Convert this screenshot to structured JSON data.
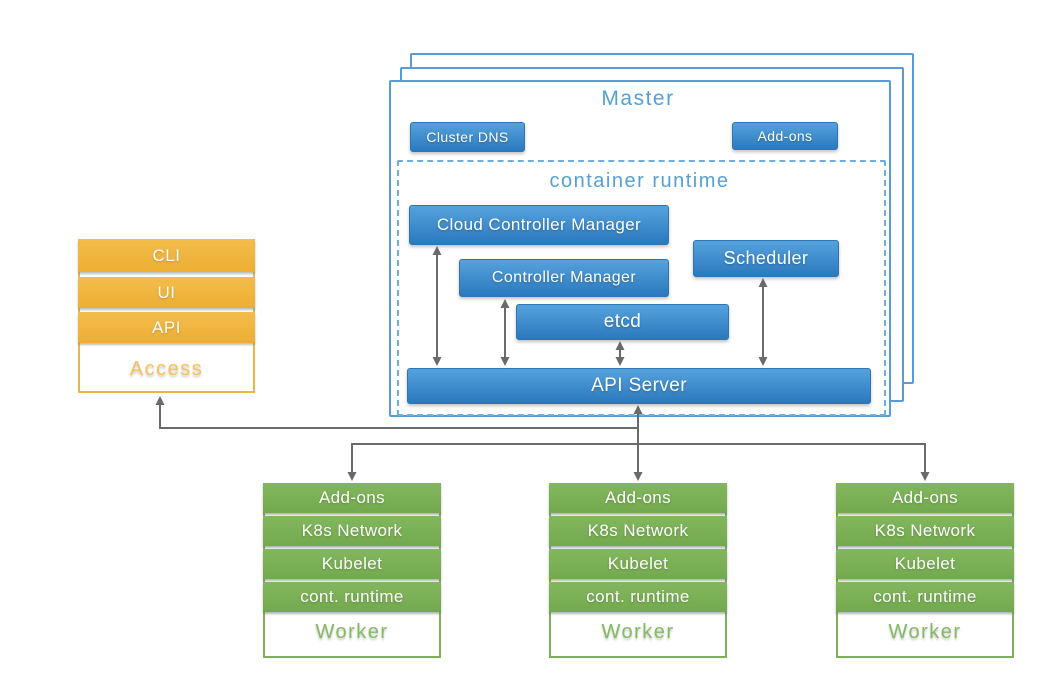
{
  "diagram": {
    "master": {
      "title": "Master",
      "cluster_dns_label": "Cluster DNS",
      "addons_label": "Add-ons",
      "container_runtime": {
        "title": "container runtime",
        "cloud_controller_manager": "Cloud Controller Manager",
        "controller_manager": "Controller Manager",
        "scheduler": "Scheduler",
        "etcd": "etcd",
        "api_server": "API Server"
      }
    },
    "access": {
      "items": [
        "CLI",
        "UI",
        "API"
      ],
      "label": "Access"
    },
    "workers": [
      {
        "rows": [
          "Add-ons",
          "K8s Network",
          "Kubelet",
          "cont. runtime"
        ],
        "label": "Worker"
      },
      {
        "rows": [
          "Add-ons",
          "K8s Network",
          "Kubelet",
          "cont. runtime"
        ],
        "label": "Worker"
      },
      {
        "rows": [
          "Add-ons",
          "K8s Network",
          "Kubelet",
          "cont. runtime"
        ],
        "label": "Worker"
      }
    ],
    "colors": {
      "component_blue": "#2B79BE",
      "title_blue": "#55A0D8",
      "worker_green": "#7CB159",
      "access_orange": "#EFB541",
      "connector_gray": "#6A6A6A"
    }
  }
}
